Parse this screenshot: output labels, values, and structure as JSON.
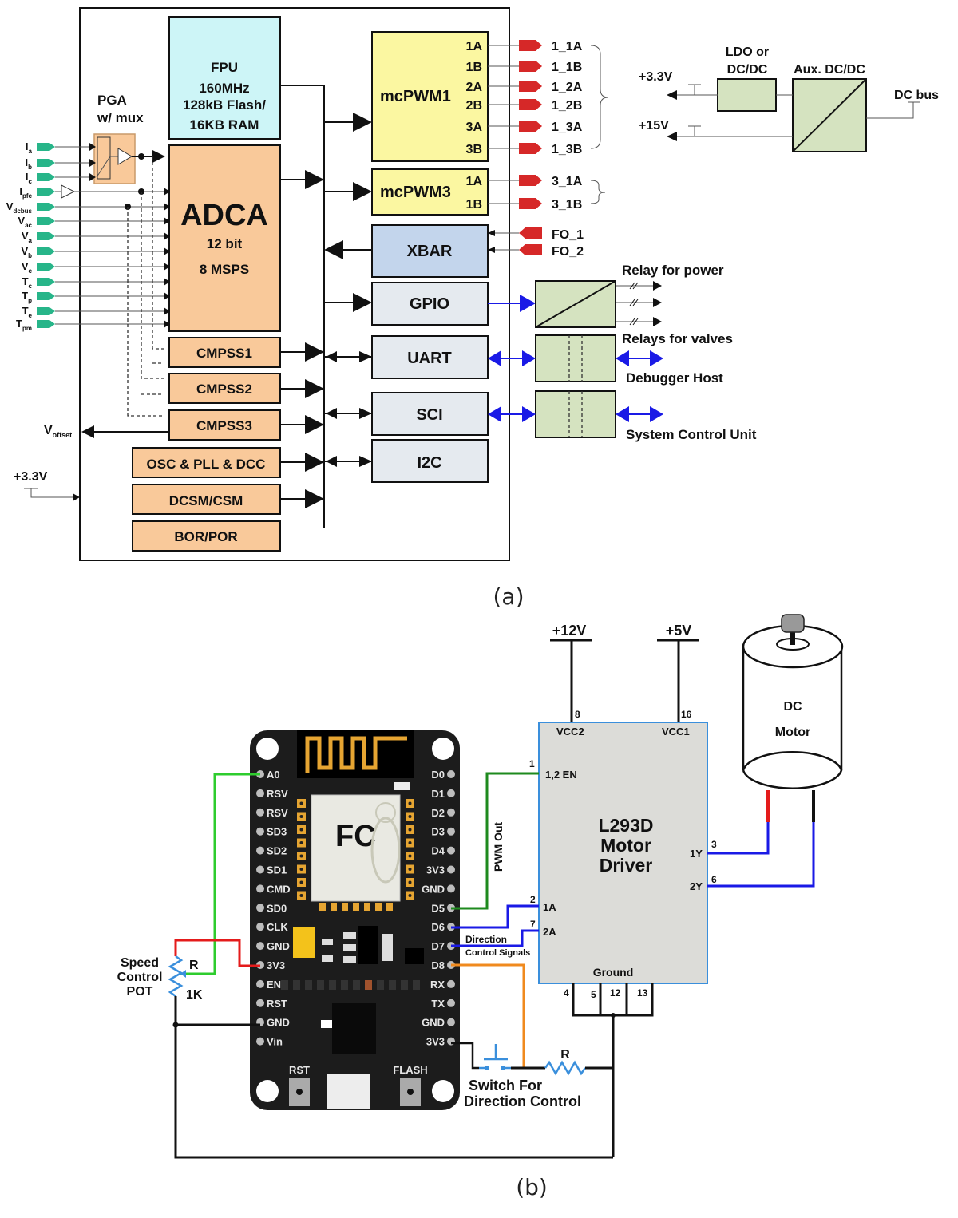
{
  "figure_a": {
    "caption": "(a)",
    "pga": {
      "title_line1": "PGA",
      "title_line2": "w/ mux"
    },
    "fpu": {
      "line1": "FPU",
      "line2": "160MHz",
      "line3": "128kB Flash/",
      "line4": "16KB RAM"
    },
    "adca": {
      "title": "ADCA",
      "line2": "12 bit",
      "line3": "8 MSPS"
    },
    "inputs": [
      {
        "main": "I",
        "sub": "a"
      },
      {
        "main": "I",
        "sub": "b"
      },
      {
        "main": "I",
        "sub": "c"
      },
      {
        "main": "I",
        "sub": "pfc"
      },
      {
        "main": "V",
        "sub": "dcbus"
      },
      {
        "main": "V",
        "sub": "ac"
      },
      {
        "main": "V",
        "sub": "a"
      },
      {
        "main": "V",
        "sub": "b"
      },
      {
        "main": "V",
        "sub": "c"
      },
      {
        "main": "T",
        "sub": "c"
      },
      {
        "main": "T",
        "sub": "p"
      },
      {
        "main": "T",
        "sub": "e"
      },
      {
        "main": "T",
        "sub": "pm"
      }
    ],
    "cmpss": [
      "CMPSS1",
      "CMPSS2",
      "CMPSS3"
    ],
    "left_blocks": [
      "OSC & PLL & DCC",
      "DCSM/CSM",
      "BOR/POR"
    ],
    "voffset": {
      "main": "V",
      "sub": "offset"
    },
    "supply_in": "+3.3V",
    "mcpwm1": {
      "title": "mcPWM1",
      "pins": [
        "1A",
        "1B",
        "2A",
        "2B",
        "3A",
        "3B"
      ],
      "outputs": [
        "1_1A",
        "1_1B",
        "1_2A",
        "1_2B",
        "1_3A",
        "1_3B"
      ]
    },
    "mcpwm3": {
      "title": "mcPWM3",
      "pins": [
        "1A",
        "1B"
      ],
      "outputs": [
        "3_1A",
        "3_1B"
      ]
    },
    "xbar": {
      "title": "XBAR",
      "inputs": [
        "FO_1",
        "FO_2"
      ]
    },
    "peripherals": [
      "GPIO",
      "UART",
      "SCI",
      "I2C"
    ],
    "relays": {
      "power": "Relay for power",
      "valves": "Relays for valves",
      "debugger": "Debugger Host",
      "scu": "System Control Unit"
    },
    "power": {
      "v33": "+3.3V",
      "v15": "+15V",
      "ldo_line1": "LDO or",
      "ldo_line2": "DC/DC",
      "aux": "Aux. DC/DC",
      "dcbus": "DC bus"
    }
  },
  "figure_b": {
    "caption": "(b)",
    "rails": {
      "v12": "+12V",
      "v5": "+5V"
    },
    "driver": {
      "line1": "L293D",
      "line2": "Motor",
      "line3": "Driver",
      "vcc2": "VCC2",
      "vcc1": "VCC1",
      "en": "1,2 EN",
      "in1": "1A",
      "in2": "2A",
      "out1": "1Y",
      "out2": "2Y",
      "ground": "Ground",
      "pin_numbers": {
        "vcc2": "8",
        "vcc1": "16",
        "en": "1",
        "in1": "2",
        "in2": "7",
        "out1": "3",
        "out2": "6",
        "gnd": [
          "4",
          "5",
          "12",
          "13"
        ]
      }
    },
    "motor": {
      "line1": "DC",
      "line2": "Motor"
    },
    "nodemcu": {
      "left_pins": [
        "A0",
        "RSV",
        "RSV",
        "SD3",
        "SD2",
        "SD1",
        "CMD",
        "SD0",
        "CLK",
        "GND",
        "3V3",
        "EN",
        "RST",
        "GND",
        "Vin"
      ],
      "right_pins": [
        "D0",
        "D1",
        "D2",
        "D3",
        "D4",
        "3V3",
        "GND",
        "D5",
        "D6",
        "D7",
        "D8",
        "RX",
        "TX",
        "GND",
        "3V3"
      ],
      "buttons": [
        "RST",
        "FLASH"
      ]
    },
    "labels": {
      "pwm_out": "PWM Out",
      "direction_1": "Direction",
      "direction_2": "Control Signals",
      "pot_1": "Speed",
      "pot_2": "Control",
      "pot_3": "POT",
      "pot_r": "R",
      "pot_value": "1K",
      "resistor": "R",
      "switch_1": "Switch For",
      "switch_2": "Direction Control"
    },
    "colors": {
      "pwm": "#1e8a1e",
      "a0": "#2ecc2e",
      "dir": "#1a1ae6",
      "d8": "#f08a1e",
      "v33": "#e41b1b",
      "driver_border": "#3a8fdc"
    }
  }
}
